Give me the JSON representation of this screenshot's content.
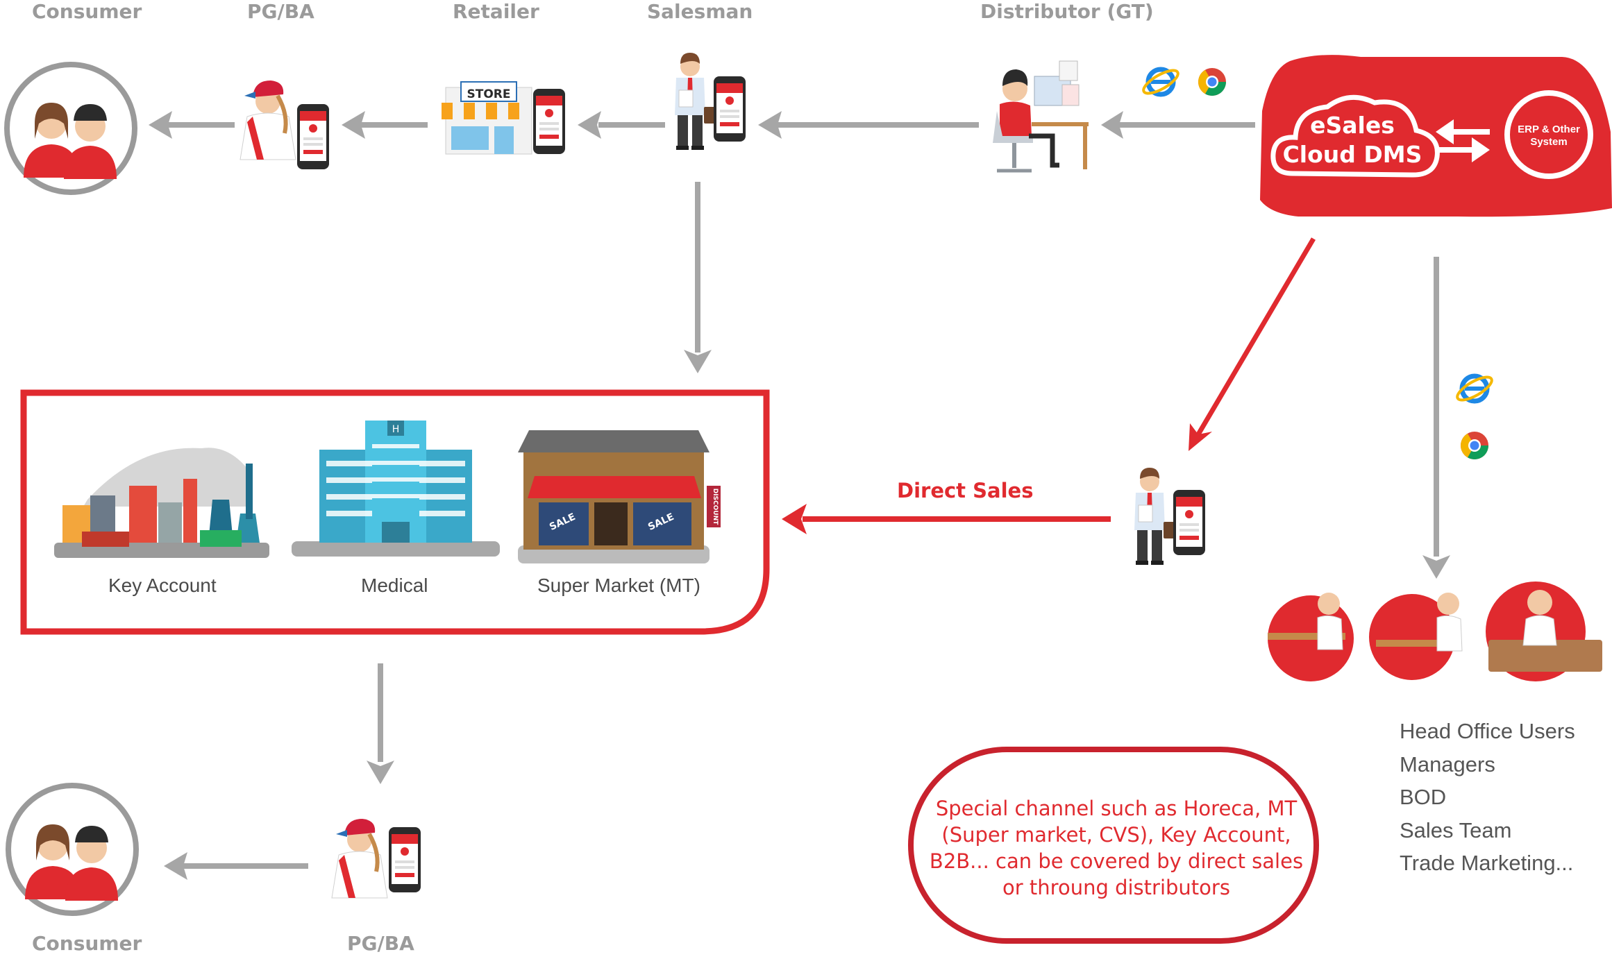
{
  "top_labels": {
    "consumer": "Consumer",
    "pg_ba": "PG/BA",
    "retailer": "Retailer",
    "salesman": "Salesman",
    "distributor": "Distributor (GT)"
  },
  "bottom_labels": {
    "consumer": "Consumer",
    "pg_ba": "PG/BA"
  },
  "store_sign": "STORE",
  "dms": {
    "title_line1": "eSales",
    "title_line2": "Cloud DMS",
    "erp_line1": "ERP & Other",
    "erp_line2": "System"
  },
  "channels": {
    "key_account": "Key Account",
    "medical": "Medical",
    "super_market": "Super Market (MT)"
  },
  "direct_sales": "Direct Sales",
  "head_office": {
    "items": [
      "Head Office Users",
      "Managers",
      "BOD",
      "Sales Team",
      "Trade Marketing..."
    ]
  },
  "special_note": {
    "line1": "Special channel such as Horeca, MT",
    "line2": "(Super market, CVS), Key Account,",
    "line3": "B2B... can be covered by direct sales",
    "line4": "or throung distributors"
  },
  "signage": {
    "sale": "SALE",
    "discount": "DISCOUNT",
    "hospital": "H"
  },
  "colors": {
    "brand_red": "#e02a2f",
    "arrow_gray": "#a6a6a6",
    "label_gray": "#9a9a9a",
    "text_dark": "#4a4a4a"
  }
}
